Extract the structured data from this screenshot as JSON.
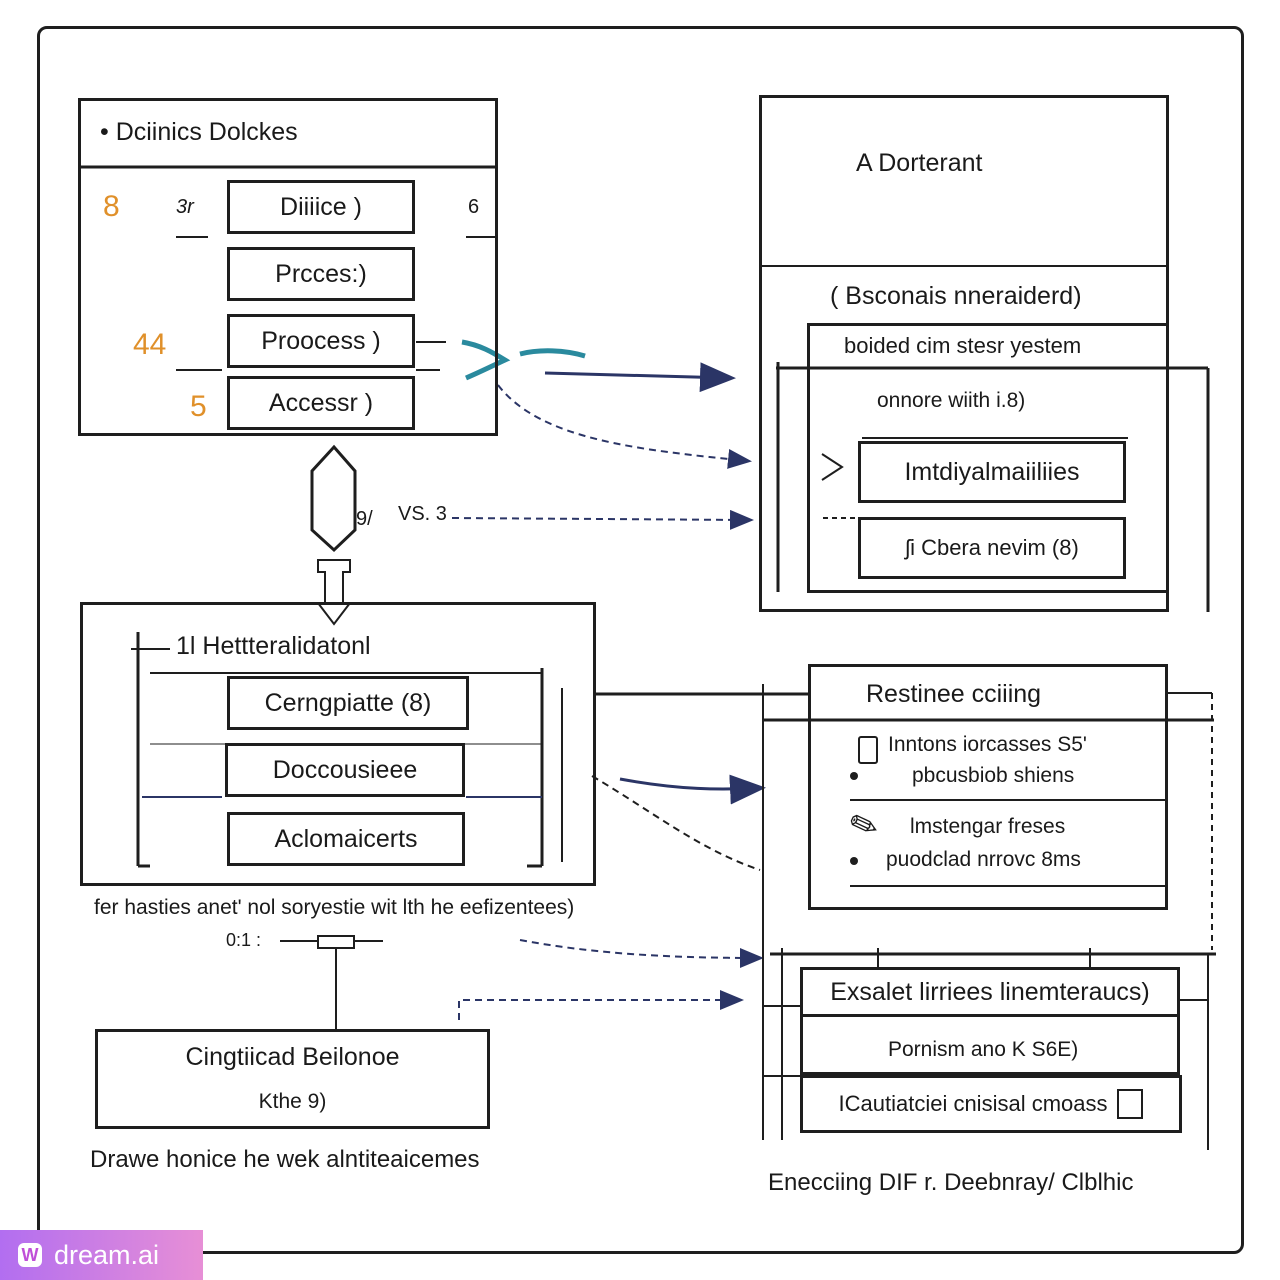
{
  "top_left": {
    "title": "• Dciinics Dolckes",
    "items": [
      "Diiiice )",
      "Prcces:)",
      "Proocess )",
      "Accessr )"
    ],
    "numbers": [
      "8",
      "44",
      "5"
    ],
    "side_marks": [
      "3r",
      "6"
    ]
  },
  "middle_left": {
    "vs_label": "9/",
    "vs_text": "VS. 3",
    "title": "1l Hettteralidatonl",
    "items": [
      "Cerngpiatte (8)",
      "Doccousieee",
      "Aclomaicerts"
    ],
    "caption": "fer hasties anet' nol soryestie wit lth he eefizentees)"
  },
  "bottom_left": {
    "small_label": "0:1 :",
    "title": "Cingtiicad Beilonoe",
    "subtitle": "Kthe 9)",
    "caption": "Drawe honice he wek alntiteaicemes"
  },
  "top_right": {
    "title": "A Dorterant",
    "subtitle": "( Bsconais nneraiderd)",
    "line1": "boided cim stesr yestem",
    "line2": "onnore wiith i.8)",
    "box1": "Imtdiyalmaiiliies",
    "box2": "ʃi Cbera nevim (8)"
  },
  "middle_right": {
    "title": "Restinee cciiing",
    "item1_a": "Inntons iorcasses S5'",
    "item1_b": "pbcusbiob shiens",
    "item2_a": "lmstengar freses",
    "item2_b": "puodclad nrrovc 8ms"
  },
  "bottom_right": {
    "box1": "Exsalet lirriees linemteraucs)",
    "box2": "Pornism ano K S6E)",
    "box3": "ICautiatciei cnisisal cmoass",
    "caption": "Enecciing DIF r. Deebnray/ Clblhic"
  },
  "watermark": {
    "text": "dream.ai",
    "logo": "W"
  },
  "colors": {
    "line": "#1e1e1e",
    "arrow": "#2b3566",
    "teal": "#2a8a9e",
    "number": "#e0902a",
    "watermark_start": "#b26ef0",
    "watermark_end": "#e78fd6"
  }
}
